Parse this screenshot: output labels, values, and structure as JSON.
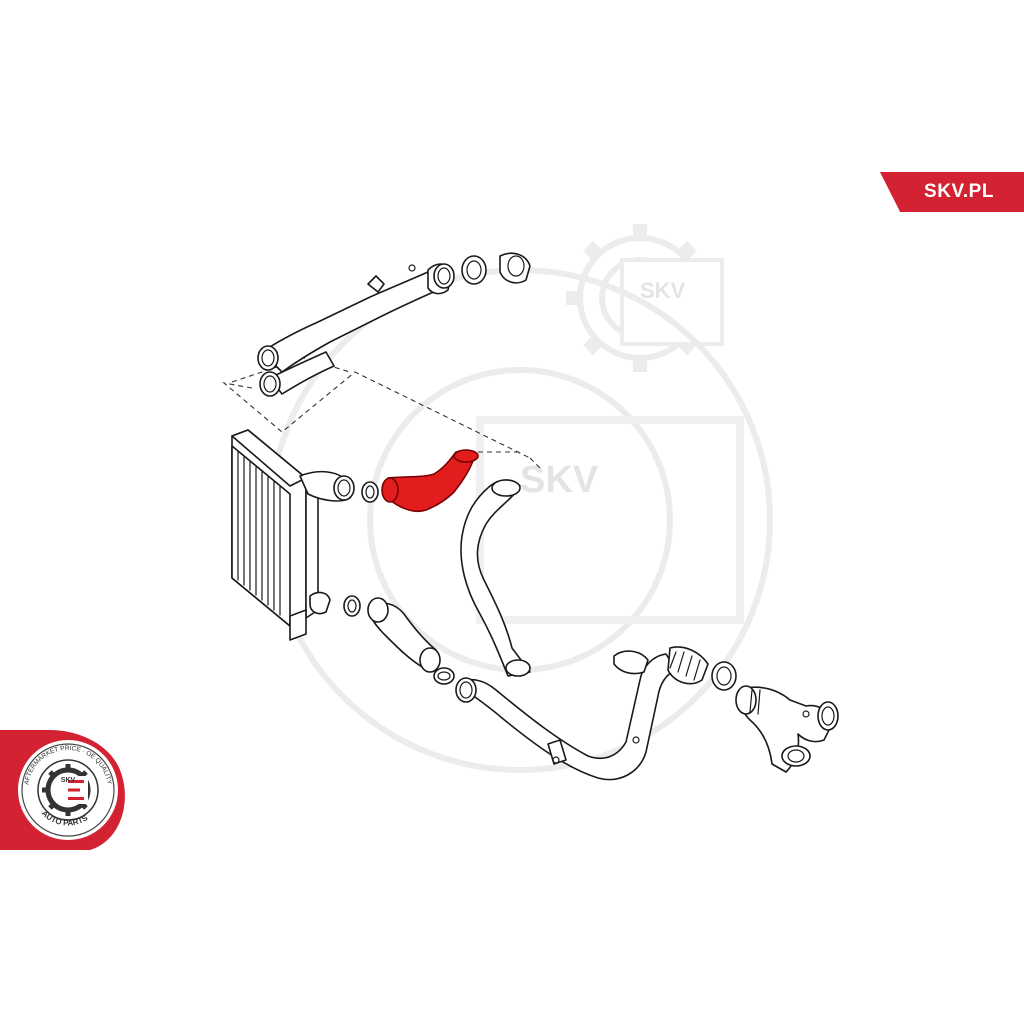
{
  "brand": {
    "tag_text": "SKV.PL",
    "accent_color": "#d32333"
  },
  "watermark": {
    "text_small": "SKV",
    "text_large": "SKV",
    "icon": "gear-e-icon"
  },
  "badge": {
    "ring_text_top": "AFTERMARKET PRICE · OE QUALITY",
    "ring_text_bottom": "AUTO PARTS",
    "center_text": "SKV",
    "icon": "gear-e-icon"
  },
  "diagram": {
    "highlight_color": "#e21d1d",
    "highlighted_part": "charge-air-hose",
    "parts": [
      "intercooler",
      "upper-charge-pipe",
      "upper-hose-clamps",
      "charge-air-hose",
      "coolant-style-hose",
      "lower-hose",
      "lower-charge-pipe",
      "throttle-connector",
      "o-rings"
    ]
  }
}
